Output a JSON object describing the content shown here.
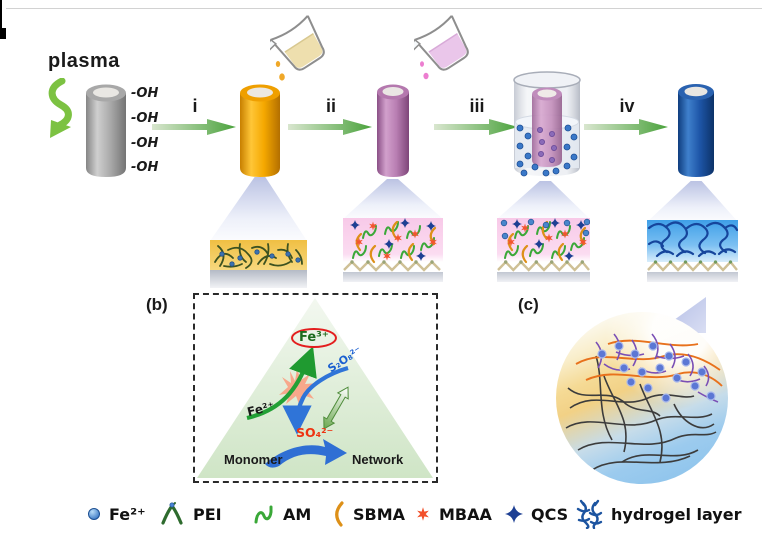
{
  "panel_a": {
    "plasma_label": "plasma",
    "oh_labels": [
      "-OH",
      "-OH",
      "-OH",
      "-OH"
    ],
    "steps": [
      "i",
      "ii",
      "iii",
      "iv"
    ]
  },
  "panel_b": {
    "label": "(b)",
    "fe3": "Fe³⁺",
    "fe2": "Fe²⁺",
    "s2o8": "S₂O₈²⁻",
    "so4": "SO₄²⁻",
    "monomer": "Monomer",
    "network": "Network"
  },
  "panel_c": {
    "label": "(c)"
  },
  "legend": {
    "items": [
      {
        "glyph": "fe2-sphere-icon",
        "label": "Fe²⁺"
      },
      {
        "glyph": "pei-branch-icon",
        "label": "PEI"
      },
      {
        "glyph": "am-squiggle-icon",
        "label": "AM"
      },
      {
        "glyph": "sbma-arc-icon",
        "label": "SBMA"
      },
      {
        "glyph": "mbaa-star-icon",
        "label": "MBAA"
      },
      {
        "glyph": "qcs-cross-icon",
        "label": "QCS"
      },
      {
        "glyph": "hydrogel-network-icon",
        "label": "hydrogel layer"
      }
    ]
  },
  "colors": {
    "arrow_green": "#4aa23c",
    "substrate_gray": "#9a9a9a",
    "pei_cylinder_orange": "#f5a800",
    "monomer_cylinder_purple": "#b57bb0",
    "hydrogel_cylinder_blue": "#1e56a8",
    "fe3_ring_red": "#e31e1e",
    "so4_red": "#ee3311",
    "s2o8_blue": "#1a5fd0",
    "legend_fe_blue": "#2f6fc0",
    "legend_pei_green": "#2e6b2e",
    "legend_am_green": "#3aa838",
    "legend_sbma_orange": "#dd9018",
    "legend_mbaa_red": "#f2502a",
    "legend_qcs_navy": "#1d3f93",
    "hydrogel_network_blue": "#1c54a0"
  }
}
